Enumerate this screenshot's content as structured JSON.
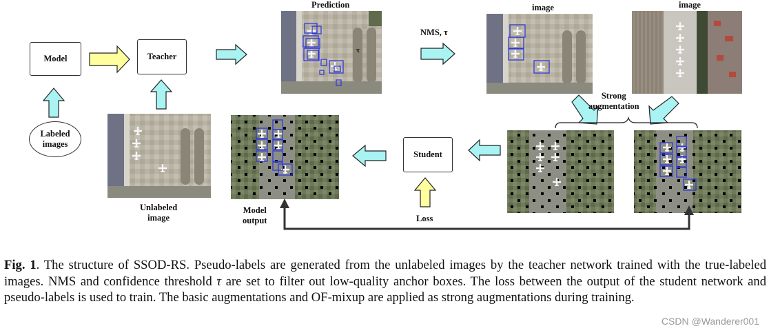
{
  "figure": {
    "labels": {
      "model": "Model",
      "teacher": "Teacher",
      "student": "Student",
      "labeled_images_line1": "Labeled",
      "labeled_images_line2": "images",
      "prediction": "Prediction",
      "nms": "NMS, τ",
      "image_a": "image",
      "image_b": "image",
      "strong_aug_line1": "Strong",
      "strong_aug_line2": "augmentation",
      "unlabeled_line1": "Unlabeled",
      "unlabeled_line2": "image",
      "model_output_line1": "Model",
      "model_output_line2": "output",
      "loss": "Loss",
      "tau_mark": "τ"
    },
    "colors": {
      "cyan_arrow": "#a9f3f3",
      "yellow_arrow": "#ffff9e",
      "arrow_outline": "#222222",
      "bbox_blue": "#2f3ad8",
      "loss_line": "#333333"
    },
    "icons": [
      "right-arrow-icon",
      "up-arrow-icon",
      "left-arrow-icon",
      "down-arrow-icon",
      "brace-icon"
    ]
  },
  "caption": {
    "fig_label": "Fig. 1",
    "text_1": ". The structure of SSOD-RS. Pseudo-labels are generated from the unlabeled images by the teacher network trained with the true-labeled images. NMS and confidence threshold ",
    "tau": "τ",
    "text_2": " are set to filter out low-quality anchor boxes. The loss between the output of the student network and pseudo-labels is used to train. The basic augmentations and OF-mixup are applied as strong augmentations during training."
  },
  "watermark": "CSDN @Wanderer001"
}
